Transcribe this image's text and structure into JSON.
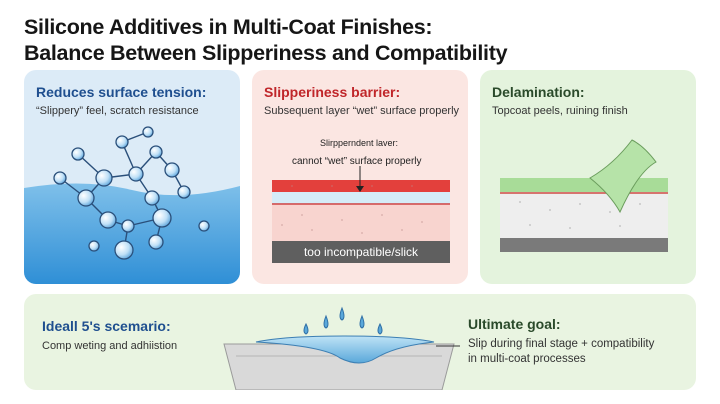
{
  "title": {
    "line1": "Silicone Additives in Multi-Coat Finishes:",
    "line2": "Balance Between Slipperiness and Compatibility"
  },
  "panels": [
    {
      "title": "Reduces surface tension:",
      "subtitle": "“Slippery” feel, scratch resistance"
    },
    {
      "title": "Slipperiness barrier:",
      "subtitle": "Subsequent layer “wet” surface properly",
      "note1": "Slirpperndent laver:",
      "note2": "cannot “wet” surface properly",
      "banner": "too incompatible/slick"
    },
    {
      "title": "Delamination:",
      "subtitle": "Topcoat peels, ruining finish"
    }
  ],
  "scenario": {
    "title": "Ideall 5's scemario:",
    "subtitle": "Comp weting and adhiistion",
    "goal_title": "Ultimate goal:",
    "goal_line1": "Slip during final stage + compatibility",
    "goal_line2": "in multi-coat processes"
  },
  "colors": {
    "blue_accent": "#1f4f8f",
    "red_accent": "#c0262a",
    "panel_blue": "#dcebf7",
    "panel_red": "#fbe6e2",
    "panel_green": "#e4f3dd"
  }
}
